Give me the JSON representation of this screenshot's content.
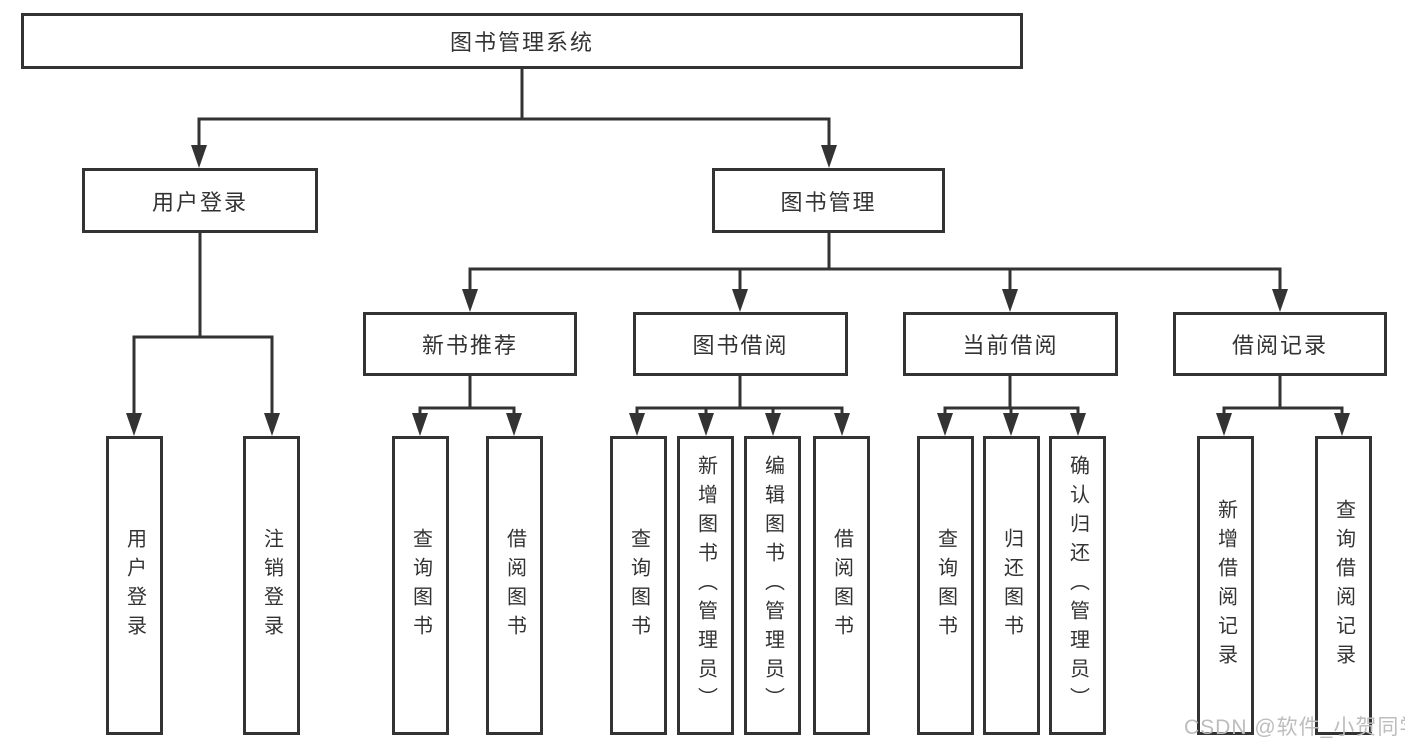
{
  "diagram": {
    "tree": {
      "label": "图书管理系统",
      "children": [
        {
          "label": "用户登录",
          "children": [
            {
              "label": "用户登录"
            },
            {
              "label": "注销登录"
            }
          ]
        },
        {
          "label": "图书管理",
          "children": [
            {
              "label": "新书推荐",
              "children": [
                {
                  "label": "查询图书"
                },
                {
                  "label": "借阅图书"
                }
              ]
            },
            {
              "label": "图书借阅",
              "children": [
                {
                  "label": "查询图书"
                },
                {
                  "label": "新增图书（管理员）"
                },
                {
                  "label": "编辑图书（管理员）"
                },
                {
                  "label": "借阅图书"
                }
              ]
            },
            {
              "label": "当前借阅",
              "children": [
                {
                  "label": "查询图书"
                },
                {
                  "label": "归还图书"
                },
                {
                  "label": "确认归还（管理员）"
                }
              ]
            },
            {
              "label": "借阅记录",
              "children": [
                {
                  "label": "新增借阅记录"
                },
                {
                  "label": "查询借阅记录"
                }
              ]
            }
          ]
        }
      ]
    },
    "watermark": "CSDN @软件_小贺同学",
    "colors": {
      "line": "#333333",
      "text": "#333333",
      "watermark": "#bdbdbd",
      "background": "#ffffff"
    }
  }
}
